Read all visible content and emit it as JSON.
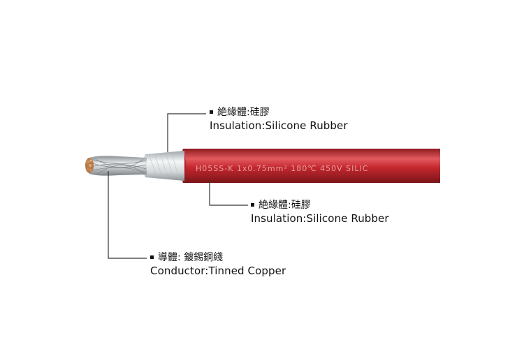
{
  "cable_marking": "H05SS-K 1x0.75mm² 180℃ 450V SILIC",
  "callouts": [
    {
      "id": "insulation-top",
      "cn": "絶緣體:硅膠",
      "en": "Insulation:Silicone  Rubber"
    },
    {
      "id": "insulation-bottom",
      "cn": "絶緣體:硅膠",
      "en": "Insulation:Silicone  Rubber"
    },
    {
      "id": "conductor",
      "cn": "導體: 鍍錫銅綫",
      "en": "Conductor:Tinned Copper"
    }
  ],
  "colors": {
    "jacket": "#c4282e",
    "jacket_highlight": "#e25a5e",
    "jacket_shadow": "#8e1a1f",
    "inner_insulation": "#dde1e3",
    "conductor": "#b9bfc4",
    "strand_tip": "#c8844a",
    "leader": "#333333"
  }
}
